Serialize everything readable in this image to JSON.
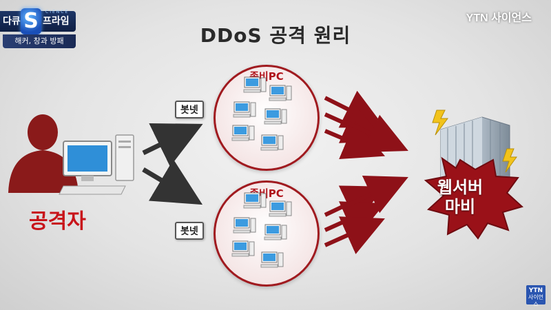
{
  "show": {
    "name_prefix": "다큐",
    "logo_letter": "S",
    "logo_word": "CIENCE",
    "name_suffix": "프라임",
    "episode": "해커, 창과 방패"
  },
  "broadcaster": {
    "name": "YTN 사이언스",
    "badge_top": "YTN",
    "badge_bottom": "사이언스"
  },
  "diagram": {
    "title": "DDoS 공격 원리",
    "attacker_label": "공격자",
    "botnets": [
      {
        "tag": "봇넷",
        "zombie_label": "좀비PC"
      },
      {
        "tag": "봇넷",
        "zombie_label": "좀비PC"
      }
    ],
    "server_label_line1": "웹서버",
    "server_label_line2": "마비"
  },
  "colors": {
    "accent_red": "#b0141c",
    "dark_red": "#8e1118",
    "title": "#2a2a2a",
    "logo_blue": "#1d3566"
  },
  "icons": [
    "attacker-silhouette",
    "desktop-pc-icon",
    "zombie-pc-icon",
    "server-building-icon",
    "lightning-icon",
    "explosion-icon"
  ]
}
